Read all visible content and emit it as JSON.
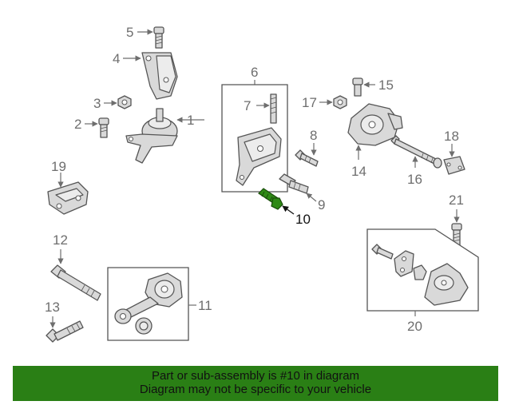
{
  "diagram": {
    "labels": {
      "p1": "1",
      "p2": "2",
      "p3": "3",
      "p4": "4",
      "p5": "5",
      "p6": "6",
      "p7": "7",
      "p8": "8",
      "p9": "9",
      "p10": "10",
      "p11": "11",
      "p12": "12",
      "p13": "13",
      "p14": "14",
      "p15": "15",
      "p16": "16",
      "p17": "17",
      "p18": "18",
      "p19": "19",
      "p20": "20",
      "p21": "21"
    },
    "highlight_part": "10",
    "colors": {
      "highlight_part": "#2f8a16",
      "banner": "#2a7f15",
      "line_art": "#555555",
      "label": "#6e6e6e"
    }
  },
  "banner": {
    "line1": "Part or sub-assembly is #10 in diagram",
    "line2": "Diagram may not be specific to your vehicle"
  }
}
